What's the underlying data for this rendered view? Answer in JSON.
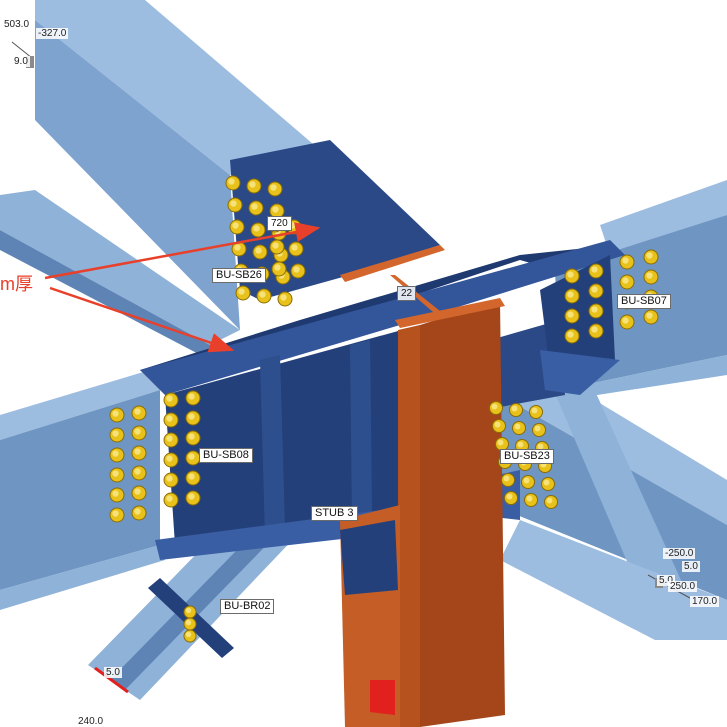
{
  "member_labels": {
    "sb26": "BU-SB26",
    "sb07": "BU-SB07",
    "sb08": "BU-SB08",
    "sb23": "BU-SB23",
    "stub": "STUB 3",
    "br02": "BU-BR02"
  },
  "plate_labels": {
    "dim_720": "720",
    "dim_22": "22"
  },
  "annotation": {
    "thickness_note": "m厚"
  },
  "dimensions": {
    "top_left_a": "503.0",
    "top_left_b": "-327.0",
    "top_left_c": "9.0",
    "right_a": "-250.0",
    "right_b": "5.0",
    "right_c": "5.0",
    "right_d": "250.0",
    "right_e": "170.0",
    "bottom_left_a": "5.0",
    "bottom_left_b": "240.0"
  },
  "colors": {
    "beam_light": "#8fb2d8",
    "beam_mid": "#6f95c2",
    "beam_dark": "#3b5a8c",
    "plate_navy": "#24407a",
    "column_orange": "#b5521e",
    "bolt_yellow": "#e8c21a",
    "arrow_red": "#e8402a"
  }
}
